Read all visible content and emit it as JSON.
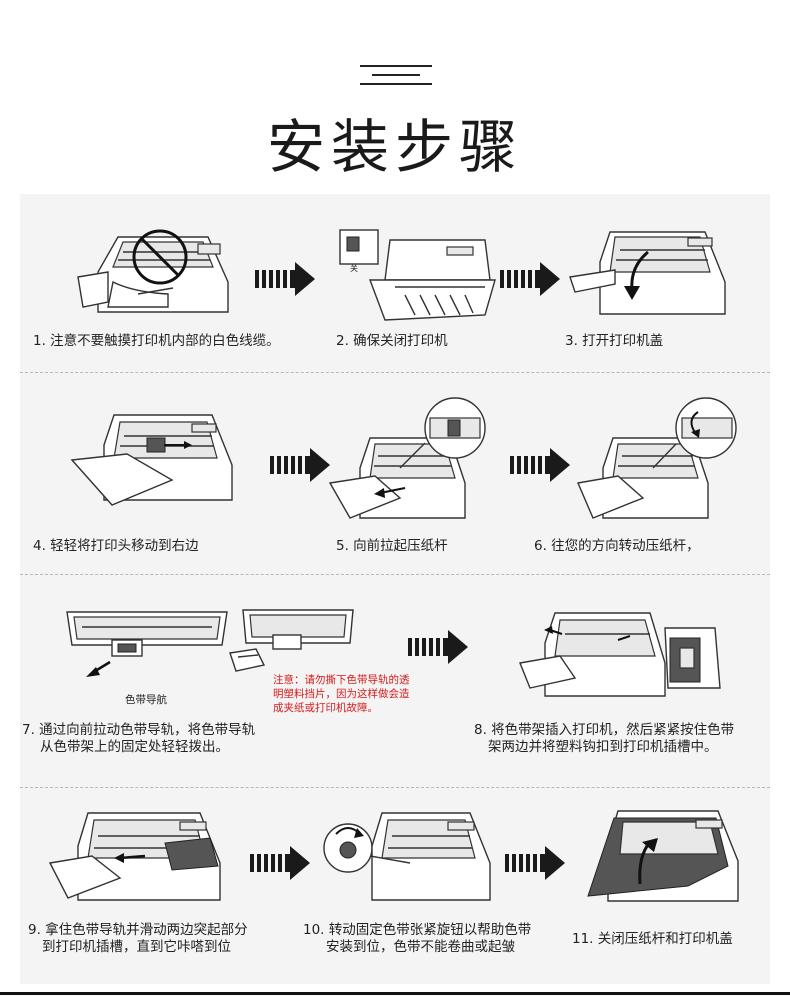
{
  "header": {
    "title": "安装步骤"
  },
  "steps": [
    {
      "caption": "1. 注意不要触摸打印机内部的白色线缆。"
    },
    {
      "caption": "2. 确保关闭打印机",
      "switch_label": "关"
    },
    {
      "caption": "3. 打开打印机盖"
    },
    {
      "caption": "4. 轻轻将打印头移动到右边"
    },
    {
      "caption": "5. 向前拉起压纸杆"
    },
    {
      "caption": "6. 往您的方向转动压纸杆，"
    },
    {
      "caption_line1": "7. 通过向前拉动色带导轨，将色带导轨",
      "caption_line2": "从色带架上的固定处轻轻拨出。",
      "part_label": "色带导航",
      "warning_line1": "注意：请勿撕下色带导轨的透",
      "warning_line2": "明塑料挡片，因为这样做会造",
      "warning_line3": "成夹纸或打印机故障。"
    },
    {
      "caption_line1": "8. 将色带架插入打印机，然后紧紧按住色带",
      "caption_line2": "架两边并将塑料钩扣到打印机插槽中。"
    },
    {
      "caption_line1": "9. 拿住色带导轨并滑动两边突起部分",
      "caption_line2": "到打印机插槽，直到它咔嗒到位"
    },
    {
      "caption_line1": "10. 转动固定色带张紧旋钮以帮助色带",
      "caption_line2": "安装到位，色带不能卷曲或起皱"
    },
    {
      "caption": "11. 关闭压纸杆和打印机盖"
    }
  ],
  "icons": {
    "arrow": "right-arrow-icon",
    "prohibited": "prohibited-icon"
  },
  "colors": {
    "panel": "#f4f4f4",
    "warning": "#d91a1a",
    "arrow": "#1a1a1a"
  }
}
